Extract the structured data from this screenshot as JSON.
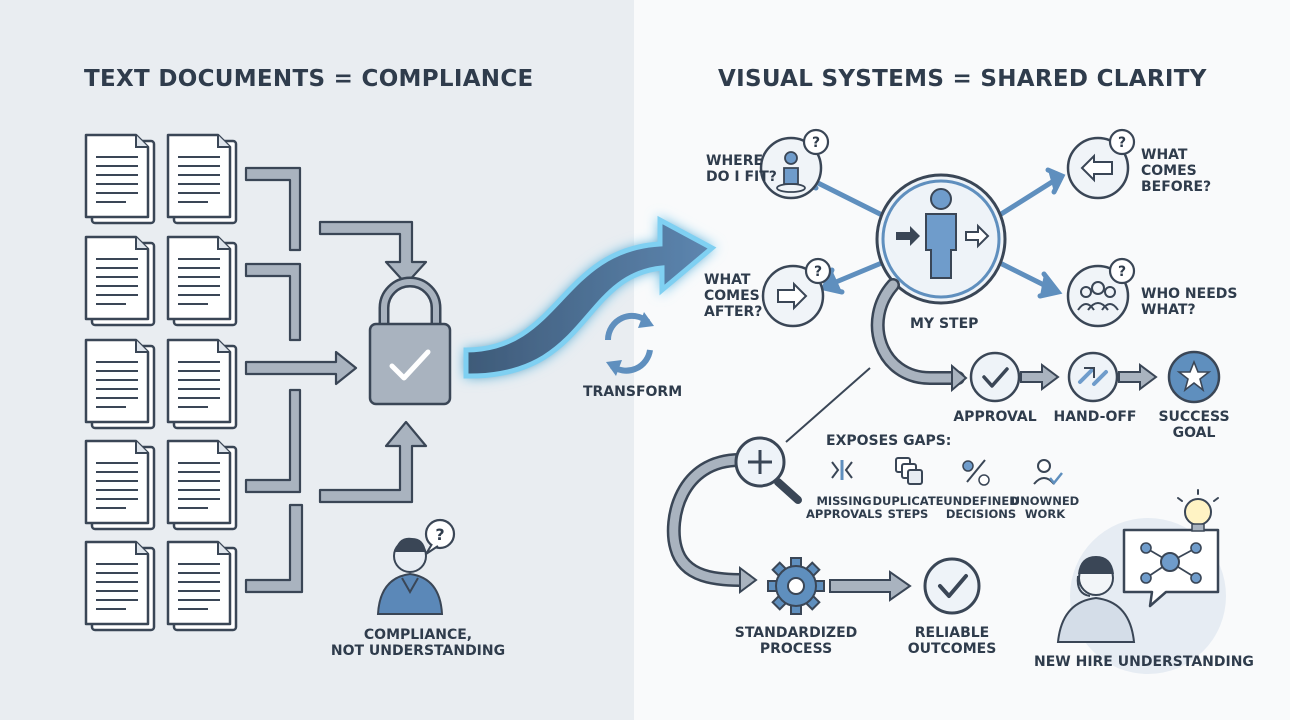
{
  "left": {
    "title": "TEXT DOCUMENTS = COMPLIANCE",
    "caption": "COMPLIANCE,\nNOT UNDERSTANDING"
  },
  "middle": {
    "label": "TRANSFORM"
  },
  "right": {
    "title": "VISUAL SYSTEMS = SHARED CLARITY",
    "center_label": "MY STEP",
    "questions": {
      "where_fit": "WHERE\nDO I FIT?",
      "comes_before": "WHAT\nCOMES\nBEFORE?",
      "comes_after": "WHAT\nCOMES\nAFTER?",
      "who_needs": "WHO NEEDS\nWHAT?"
    },
    "flow": [
      "APPROVAL",
      "HAND-OFF",
      "SUCCESS\nGOAL"
    ],
    "gaps_title": "EXPOSES GAPS:",
    "gaps": [
      "MISSING\nAPPROVALS",
      "DUPLICATE\nSTEPS",
      "UNDEFINED\nDECISIONS",
      "UNOWNED\nWORK"
    ],
    "bottom": [
      "STANDARDIZED\nPROCESS",
      "RELIABLE\nOUTCOMES"
    ],
    "new_hire": "NEW HIRE UNDERSTANDING"
  },
  "colors": {
    "accent_blue": "#5f8fbe",
    "gray_stroke": "#3a4656",
    "glow": "#7fd0f2"
  }
}
